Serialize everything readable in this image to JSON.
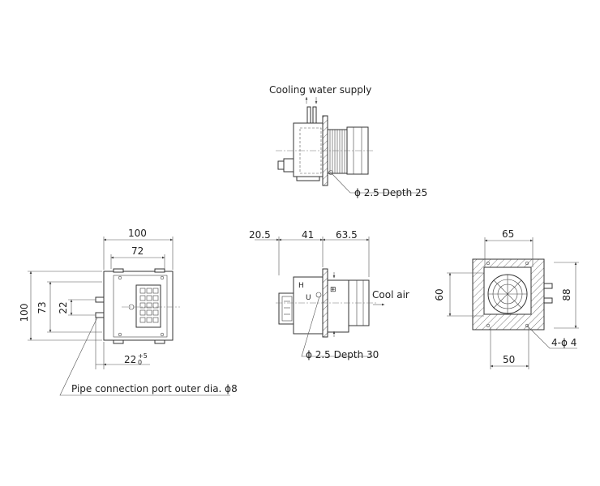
{
  "top_view": {
    "label_supply": "Cooling water supply",
    "label_hole": "ϕ 2.5 Depth 25"
  },
  "left_view": {
    "dim_width_outer": "100",
    "dim_width_inner": "72",
    "dim_height_outer": "100",
    "dim_height_mid": "73",
    "dim_height_inner": "22",
    "dim_bottom": "22",
    "dim_bottom_tol_upper": "+5",
    "dim_bottom_tol_lower": "0",
    "label_pipe": "Pipe connection port   outer dia. ϕ8"
  },
  "side_view": {
    "dim_a": "20.5",
    "dim_b": "41",
    "dim_c": "63.5",
    "label_air": "Cool air",
    "label_hole": "ϕ 2.5 Depth 30"
  },
  "front_view": {
    "dim_top": "65",
    "dim_left": "60",
    "dim_right": "88",
    "dim_bottom": "50",
    "label_holes": "4-ϕ 4"
  }
}
